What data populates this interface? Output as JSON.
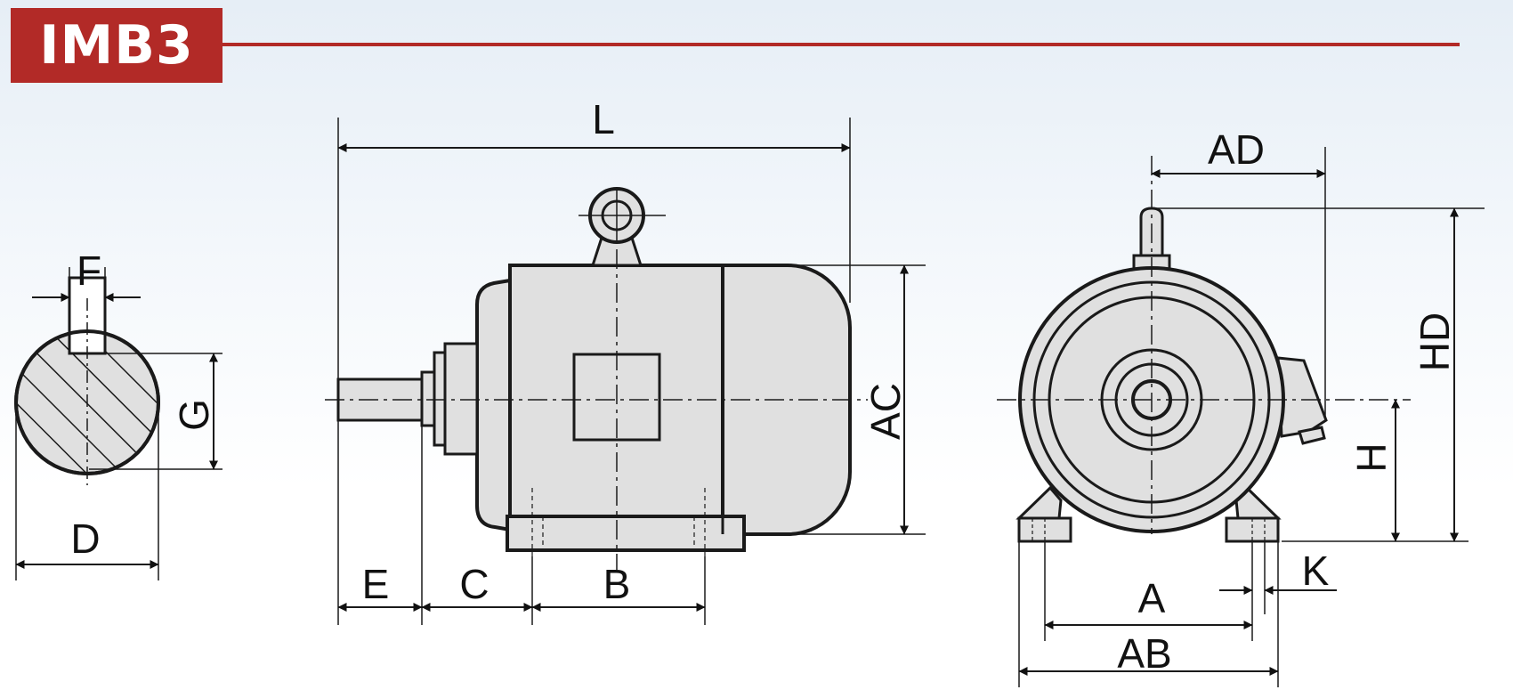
{
  "header": {
    "title": "IMB3"
  },
  "colors": {
    "accent": "#b22a27",
    "body_fill": "#e0e0e0",
    "line": "#1a1a1a"
  },
  "labels": {
    "F": "F",
    "G": "G",
    "D": "D",
    "L": "L",
    "AC": "AC",
    "E": "E",
    "C": "C",
    "B": "B",
    "AD": "AD",
    "HD": "HD",
    "H": "H",
    "A": "A",
    "K": "K",
    "AB": "AB"
  }
}
